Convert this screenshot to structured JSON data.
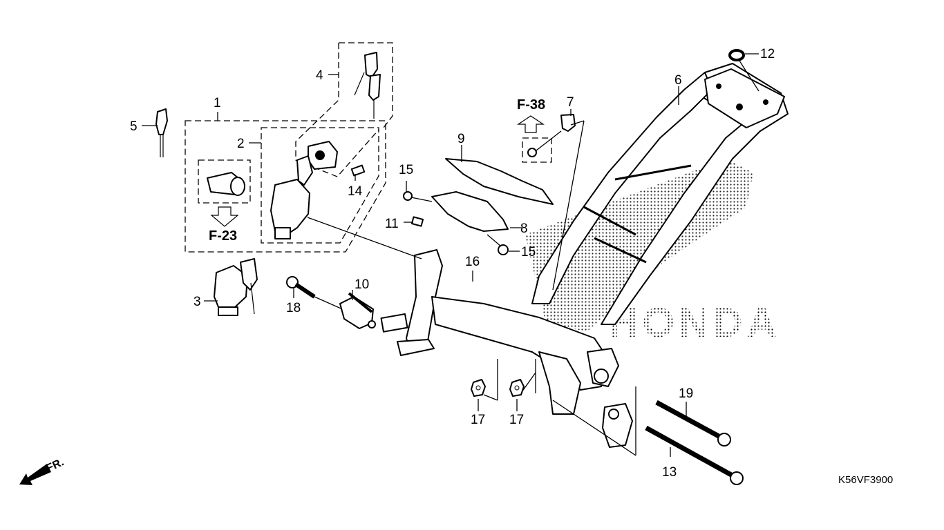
{
  "diagram": {
    "title": "Frame Body",
    "diagram_code": "K56VF3900",
    "watermark": "HONDA",
    "direction_indicator": "FR.",
    "references": [
      {
        "id": "ref-f23",
        "label": "F-23",
        "arrow": "down"
      },
      {
        "id": "ref-f38",
        "label": "F-38",
        "arrow": "up"
      }
    ],
    "callouts": [
      {
        "number": "1"
      },
      {
        "number": "2"
      },
      {
        "number": "3"
      },
      {
        "number": "4"
      },
      {
        "number": "5"
      },
      {
        "number": "6"
      },
      {
        "number": "7"
      },
      {
        "number": "8"
      },
      {
        "number": "9"
      },
      {
        "number": "10"
      },
      {
        "number": "11"
      },
      {
        "number": "12"
      },
      {
        "number": "13"
      },
      {
        "number": "14"
      },
      {
        "number": "15"
      },
      {
        "number": "15"
      },
      {
        "number": "16"
      },
      {
        "number": "17"
      },
      {
        "number": "17"
      },
      {
        "number": "18"
      },
      {
        "number": "19"
      }
    ]
  }
}
